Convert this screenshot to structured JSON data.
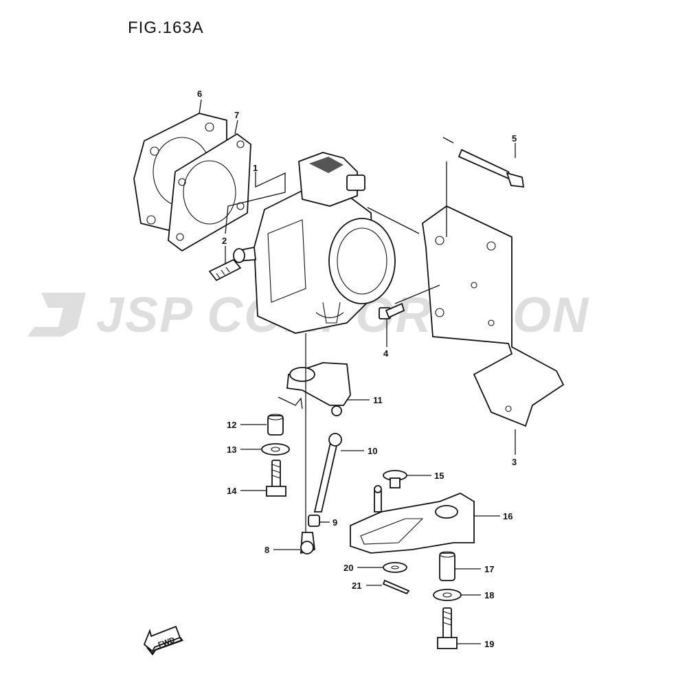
{
  "title": "FIG.163A",
  "watermark": {
    "brand_text": "JSP CORPORATION",
    "logo_letter": "J"
  },
  "fwd_label": "FWD",
  "callouts": [
    {
      "id": "1",
      "label": "1"
    },
    {
      "id": "2",
      "label": "2"
    },
    {
      "id": "3",
      "label": "3"
    },
    {
      "id": "4",
      "label": "4"
    },
    {
      "id": "5",
      "label": "5"
    },
    {
      "id": "6",
      "label": "6"
    },
    {
      "id": "7",
      "label": "7"
    },
    {
      "id": "8",
      "label": "8"
    },
    {
      "id": "9",
      "label": "9"
    },
    {
      "id": "10",
      "label": "10"
    },
    {
      "id": "11",
      "label": "11"
    },
    {
      "id": "12",
      "label": "12"
    },
    {
      "id": "13",
      "label": "13"
    },
    {
      "id": "14",
      "label": "14"
    },
    {
      "id": "15",
      "label": "15"
    },
    {
      "id": "16",
      "label": "16"
    },
    {
      "id": "17",
      "label": "17"
    },
    {
      "id": "18",
      "label": "18"
    },
    {
      "id": "19",
      "label": "19"
    },
    {
      "id": "20",
      "label": "20"
    },
    {
      "id": "21",
      "label": "21"
    }
  ]
}
